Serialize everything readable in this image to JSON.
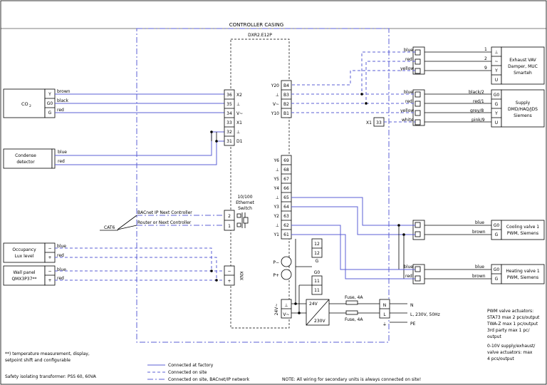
{
  "casing_label": "CONTROLLER CASING",
  "controller_label": "DXR2.E12P",
  "co2": {
    "label": "CO",
    "sub": "2",
    "t1": "Y",
    "t2": "G0",
    "t3": "G",
    "w1": "brown",
    "w2": "black",
    "w3": "red"
  },
  "condense": {
    "label1": "Condense",
    "label2": "detector",
    "w1": "blue",
    "w2": "red"
  },
  "occupancy": {
    "label1": "Occupancy",
    "label2": "Lux level",
    "t1": "−",
    "t2": "+",
    "w1": "blue",
    "w2": "red"
  },
  "wallpanel": {
    "label1": "Wall panel",
    "label2": "QMX3P37**",
    "t1": "−",
    "t2": "+",
    "w1": "blue",
    "w2": "red"
  },
  "left_terms": {
    "n36": "36",
    "l36": "X2",
    "n35": "35",
    "l35": "⊥",
    "n34": "34",
    "l34": "V~",
    "n33": "33",
    "l33": "X1",
    "n32": "32",
    "l32": "⊥",
    "n31": "31",
    "l31": "D1"
  },
  "right_terms": {
    "n84": "B4",
    "l84": "Y20",
    "n83": "B3",
    "l83": "⊥",
    "n82": "B2",
    "l82": "V~",
    "n81": "B1",
    "l81": "Y10"
  },
  "out_terms": {
    "n69": "69",
    "l69": "Y6",
    "n68": "68",
    "l68": "⊥",
    "n67": "67",
    "l67": "Y5",
    "n66": "66",
    "l66": "Y4",
    "n65": "65",
    "l65": "⊥",
    "n64": "64",
    "l64": "Y3",
    "n63": "63",
    "l63": "Y2",
    "n62": "62",
    "l62": "⊥",
    "n61": "61",
    "l61": "Y1"
  },
  "ethernet": {
    "l1": "10/100",
    "l2": "Ethernet",
    "l3": "Switch",
    "p2": "2",
    "p1": "1",
    "c1": "BACnet IP Next Controller",
    "c2": "Router or Next Controller",
    "cat": "CAT6"
  },
  "knx": {
    "label": "KNX",
    "m": "−",
    "p": "+"
  },
  "pressure": {
    "pm": "P−",
    "pp": "P+"
  },
  "g_block": {
    "a": "12",
    "b": "12",
    "c": "G",
    "d": "G0",
    "e": "11",
    "f": "11"
  },
  "power": {
    "v": "24V~",
    "g": "⊥",
    "vt": "V~",
    "t24": "24V",
    "t230": "230V",
    "fuse1": "Fuse, 4A",
    "fuse2": "Fuse, 4A",
    "n": "N",
    "l": "L",
    "pe_sym": "⏚",
    "n_txt": "N",
    "l_txt": "L, 230V, 50Hz",
    "pe_txt": "PE"
  },
  "exhaust": {
    "label1": "Exhaust VAV",
    "label2": "Damper, MUC",
    "label3": "Smarteh",
    "w1": "blue",
    "w2": "red",
    "w3": "yellow",
    "n1": "1",
    "n2": "2",
    "n3": "9",
    "t1": "⊥",
    "t2": "~",
    "t3": "Y",
    "t4": "U"
  },
  "supply": {
    "label1": "Supply",
    "label2": "DMD/HAQ/JDS",
    "label3": "Siemens",
    "w1": "blue",
    "w2": "red",
    "w3": "yellow",
    "w4": "white",
    "c1": "black/2",
    "c2": "red/1",
    "c3": "grey/8",
    "c4": "pink/9",
    "t1": "G0",
    "t2": "G",
    "t3": "Y",
    "t4": "U",
    "x1": "X1",
    "x1n": "33"
  },
  "cooling": {
    "label1": "Cooling valve 1",
    "label2": "PWM, Siemens",
    "w1": "blue",
    "w2": "brown",
    "t1": "G0",
    "t2": "G"
  },
  "heating": {
    "label1": "Heating valve 1",
    "label2": "PWM, Siemens",
    "w1": "blue",
    "w2": "red",
    "w3": "blue",
    "w4": "brown",
    "t1": "G0",
    "t2": "G"
  },
  "notes": {
    "pwm1": "PWM valve actuators:",
    "pwm2": "STA73 max 2 pcs/output",
    "pwm3": "TWA-Z max 1 pc/output",
    "pwm4": "3rd party max 1 pc/",
    "pwm5": "output",
    "v1": "0-10V supply/exhaust/",
    "v2": "valve actuators: max",
    "v3": "4 pcs/output",
    "temp1": "**) temperature measurement, display,",
    "temp2": "setpoint shift and configurable",
    "safety": "Safety isolating transformer: PSS 60, 60VA",
    "legend1": "Connected at factory",
    "legend2": "Connected on site",
    "legend3": "Connected on site, BACnet/IP network",
    "note": "NOTE: All wiring for secondary units is always connected on site!"
  },
  "colors": {
    "wire": "#5b5fd6",
    "line": "#000000"
  }
}
